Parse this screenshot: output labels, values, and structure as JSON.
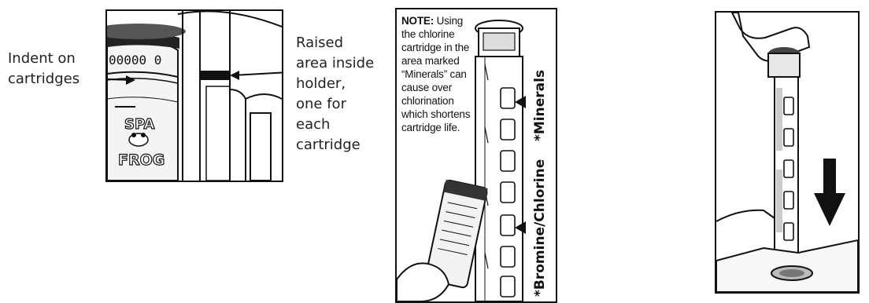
{
  "figure1": {
    "indent_label": "Indent on\ncartridges",
    "raised_label": "Raised\narea inside\nholder,\none for\neach\ncartridge",
    "counter_text": "00000 0",
    "logo_text": [
      "SPA",
      "FROG"
    ]
  },
  "figure2": {
    "note_heading": "NOTE:",
    "note_body": "Using the chlorine cartridge in the area marked “Minerals” can cause over chlorination which shortens cartridge life.",
    "minerals_label": "*Minerals",
    "bromine_label": "*Bromine/Chlorine"
  },
  "figure3": {
    "arrow_icon": "arrow-down-icon"
  }
}
